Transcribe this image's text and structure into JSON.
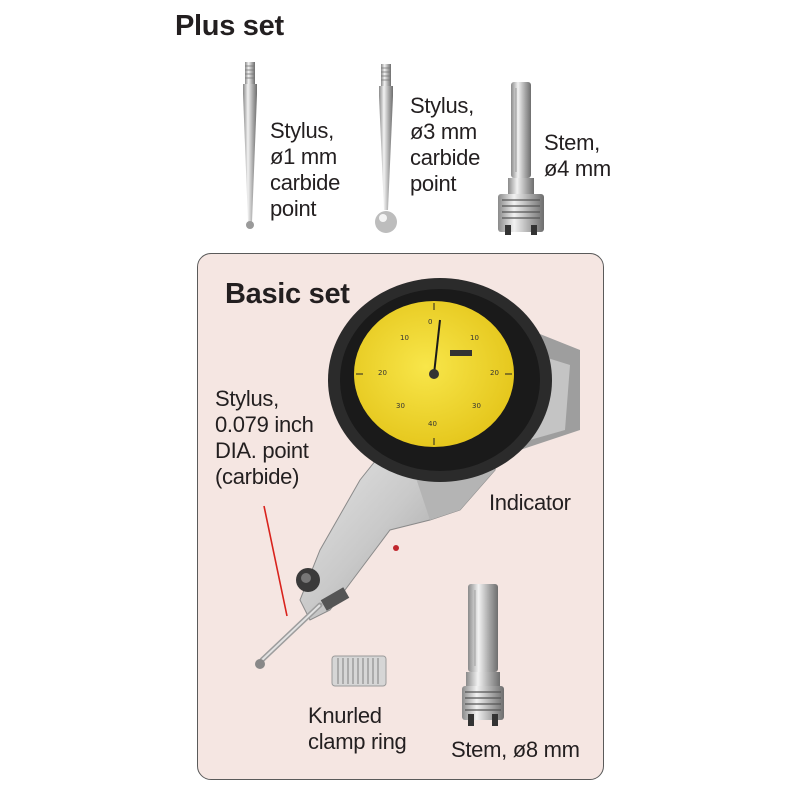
{
  "plus_set": {
    "title": "Plus set",
    "items": [
      {
        "name": "stylus-1mm",
        "lines": [
          "Stylus,",
          "ø1 mm",
          "carbide",
          "point"
        ]
      },
      {
        "name": "stylus-3mm",
        "lines": [
          "Stylus,",
          "ø3 mm",
          "carbide",
          "point"
        ]
      },
      {
        "name": "stem-4mm",
        "lines": [
          "Stem,",
          "ø4 mm"
        ]
      }
    ]
  },
  "basic_set": {
    "title": "Basic set",
    "stylus_lines": [
      "Stylus,",
      "0.079 inch",
      "DIA. point",
      "(carbide)"
    ],
    "indicator_label": "Indicator",
    "clamp_lines": [
      "Knurled",
      "clamp ring"
    ],
    "stem_label": "Stem, ø8 mm"
  },
  "colors": {
    "panel_fill": "#f5e6e2",
    "dial_face": "#f3dc2a",
    "body_gray": "#c9c9c9",
    "leader_red": "#d9231d"
  }
}
